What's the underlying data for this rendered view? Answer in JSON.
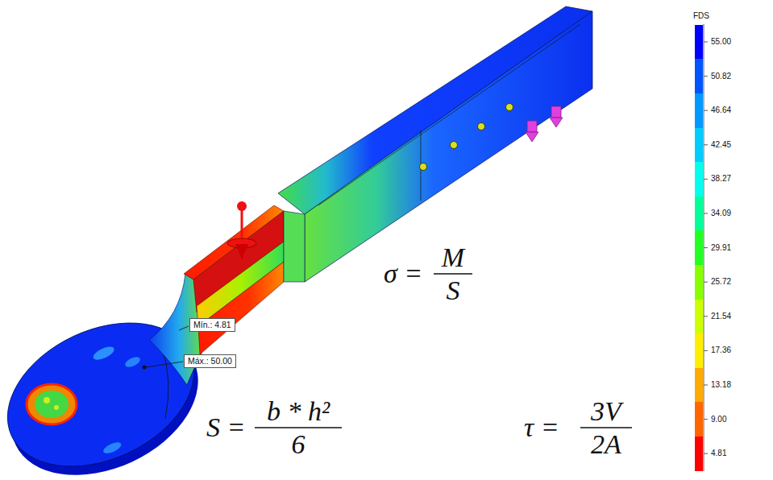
{
  "diagram": {
    "nodes": [
      {
        "text": [
          "Mín.: 4.81"
        ]
      },
      {
        "text": [
          "Máx.: 50.00"
        ]
      }
    ],
    "labels": [
      "FDS",
      "σ =",
      "M",
      "S",
      "S =",
      "b * h²",
      "6",
      "τ =",
      "3V",
      "2A"
    ],
    "legend": [
      {
        "text": "55.00",
        "color": "#0000ff"
      },
      {
        "text": "50.82",
        "color": "#0055ff"
      },
      {
        "text": "46.64",
        "color": "#0099ff"
      },
      {
        "text": "42.45",
        "color": "#00ccff"
      },
      {
        "text": "38.27",
        "color": "#00ffee"
      },
      {
        "text": "34.09",
        "color": "#00ff99"
      },
      {
        "text": "29.91",
        "color": "#22ff22"
      },
      {
        "text": "25.72",
        "color": "#88ff00"
      },
      {
        "text": "21.54",
        "color": "#ccff00"
      },
      {
        "text": "17.36",
        "color": "#ffee00"
      },
      {
        "text": "13.18",
        "color": "#ffaa00"
      },
      {
        "text": "9.00",
        "color": "#ff6600"
      },
      {
        "text": "4.81",
        "color": "#ff0000"
      }
    ]
  }
}
